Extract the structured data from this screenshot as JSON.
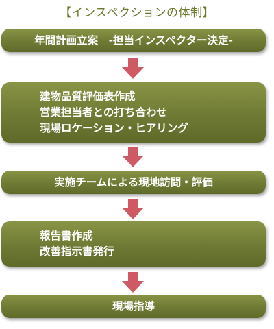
{
  "title": "【インスペクションの体制】",
  "steps": [
    {
      "lines": [
        "年間計画立案　-担当インスペクター決定-"
      ]
    },
    {
      "lines": [
        "建物品質評価表作成",
        "営業担当者との打ち合わせ",
        "現場ロケーション・ヒアリング"
      ]
    },
    {
      "lines": [
        "実施チームによる現地訪問・評価"
      ]
    },
    {
      "lines": [
        "報告書作成",
        "改善指示書発行"
      ]
    },
    {
      "lines": [
        "現場指導"
      ]
    }
  ],
  "colors": {
    "box": "#6e7a34",
    "arrow": "#d05a64",
    "title": "#6b7a2e"
  }
}
